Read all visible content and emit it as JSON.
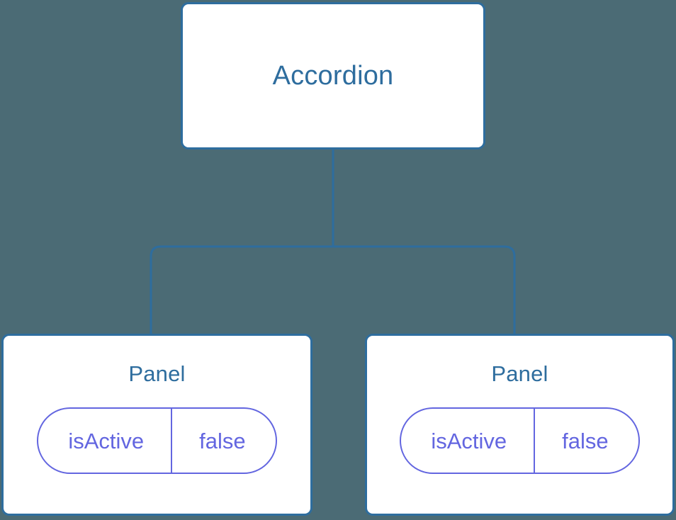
{
  "canvas": {
    "background_color": "#4b6b75",
    "node_fill": "#ffffff",
    "node_border_color": "#2e6d9e",
    "node_title_color": "#2e6d9e",
    "edge_color": "#2e6d9e",
    "pill_color": "#6366e0"
  },
  "tree": {
    "root": {
      "title": "Accordion"
    },
    "children": [
      {
        "title": "Panel",
        "state": {
          "key": "isActive",
          "value": "false"
        }
      },
      {
        "title": "Panel",
        "state": {
          "key": "isActive",
          "value": "false"
        }
      }
    ]
  }
}
